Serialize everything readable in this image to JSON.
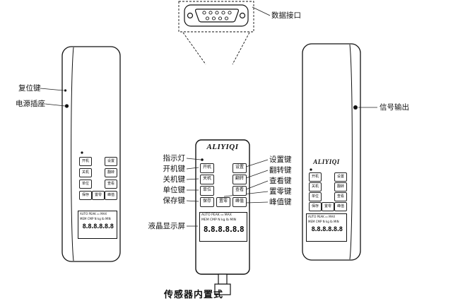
{
  "diagram": {
    "caption": "传感器内置式",
    "connector_label": "数据接口",
    "brand": "ALIYIQI",
    "left_labels": {
      "reset": "复位键",
      "power_socket": "电源插座"
    },
    "right_labels": {
      "signal_out": "信号输出"
    },
    "center_labels_left": [
      "指示灯",
      "开机键",
      "关机键",
      "单位键",
      "保存键"
    ],
    "center_label_screen": "液晶显示屏",
    "center_labels_right": [
      "设置键",
      "翻转键",
      "查看键",
      "置零键",
      "峰值键"
    ],
    "keys": [
      [
        "开机",
        "设置"
      ],
      [
        "关机",
        "翻转"
      ],
      [
        "单位",
        "查看"
      ],
      [
        "保存",
        "置零",
        "峰值"
      ]
    ],
    "lcd": {
      "line1": "AUTO PEAK ▭ MAX",
      "line2": "MEM CMP N kg lb MIN",
      "digits": "8.8.8.8.8.8"
    }
  }
}
